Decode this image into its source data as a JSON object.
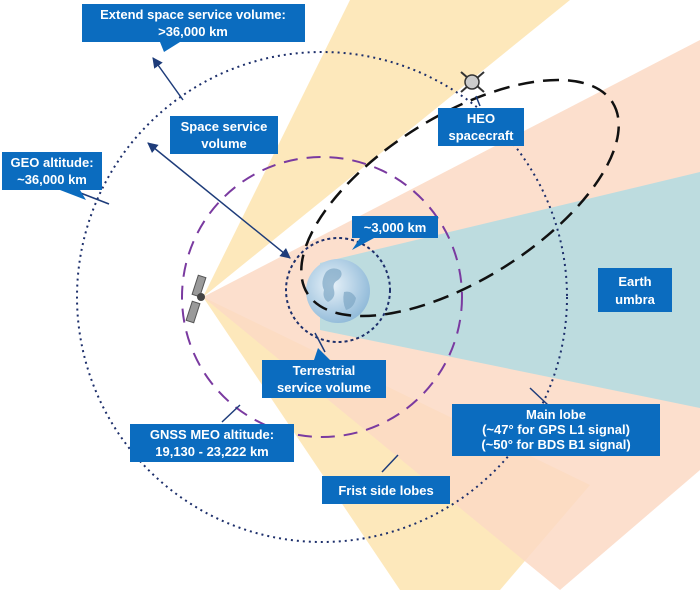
{
  "labels": {
    "extend_line1": "Extend space service volume:",
    "extend_line2": ">36,000 km",
    "geo_line1": "GEO altitude:",
    "geo_line2": "~36,000 km",
    "space_sv_line1": "Space service",
    "space_sv_line2": "volume",
    "heo_line1": "HEO",
    "heo_line2": "spacecraft",
    "km3000": "~3,000 km",
    "earth_umbra_line1": "Earth",
    "earth_umbra_line2": "umbra",
    "terrestrial_line1": "Terrestrial",
    "terrestrial_line2": "service volume",
    "main_lobe_line1": "Main lobe",
    "main_lobe_line2": "(~47° for GPS L1 signal)",
    "main_lobe_line3": "(~50° for BDS B1 signal)",
    "gnss_line1": "GNSS MEO altitude:",
    "gnss_line2": "19,130 - 23,222 km",
    "side_lobes": "Frist side lobes"
  },
  "colors": {
    "callout": "#0b6cbf",
    "main_lobe": "#fbd9c4",
    "side_lobe": "#fde6b4",
    "umbra": "#b6dbe1",
    "orbit_navy": "#1d2f6b",
    "meo_purple": "#7a3aa0",
    "arrow": "#1e3c7a"
  }
}
